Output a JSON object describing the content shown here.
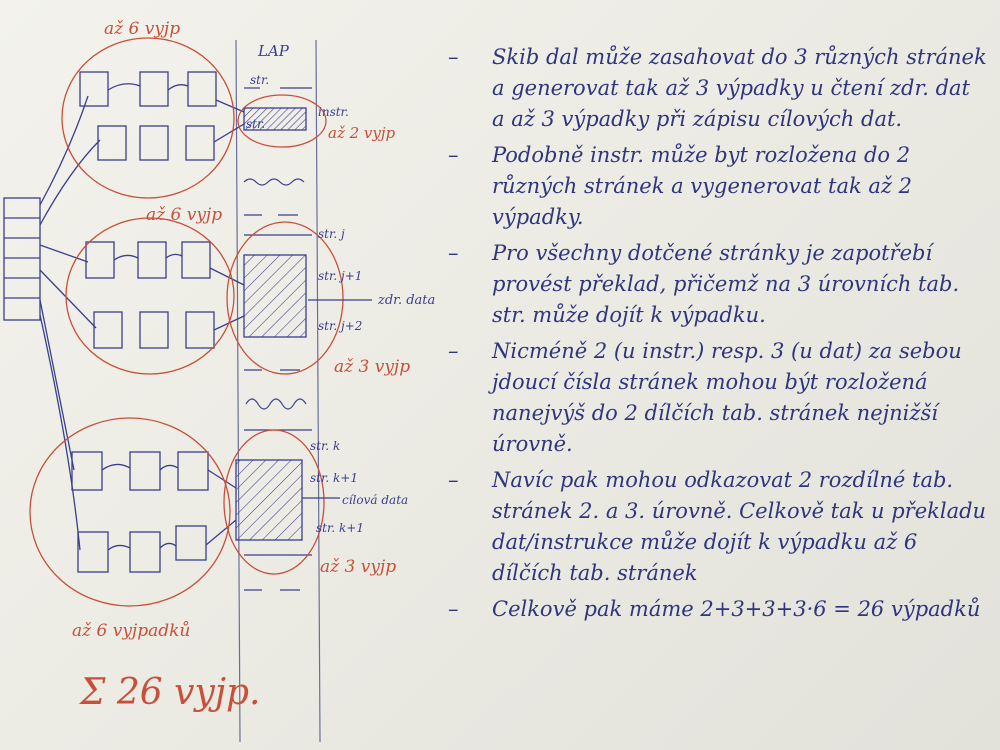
{
  "diagram": {
    "column_title": "LAP",
    "labels_red": {
      "top_group": "až 6 vyjp",
      "top_memory": "až 2 vyjp",
      "middle_group": "až 6 vyjp",
      "middle_memory": "až 3 vyjp",
      "bottom_memory": "až 3 vyjp",
      "bottom_group": "až 6 vyjpadků",
      "total": "Σ 26 vyjp."
    },
    "labels_blue": {
      "str1": "str.",
      "str2": "str.",
      "instr": "instr.",
      "str_j": "str. j",
      "str_j1": "str. j+1",
      "str_j2": "str. j+2",
      "zdr_data": "zdr. data",
      "str_k": "str. k",
      "str_k1": "str. k+1",
      "str_k2": "str. k+1",
      "cilova_data": "cílová data"
    }
  },
  "notes": [
    "Skib dal může zasahovat do 3 různých stránek a generovat tak až 3 výpadky u čtení zdr. dat a až 3 výpadky při zápisu cílových dat.",
    "Podobně instr. může byt rozložena do 2 různých stránek a vygenerovat tak až 2 výpadky.",
    "Pro všechny dotčené stránky je zapotřebí provést překlad, přičemž na 3 úrovních tab. str. může dojít k výpadku.",
    "Nicméně 2 (u instr.) resp. 3 (u dat) za sebou jdoucí čísla stránek mohou být rozložená nanejvýš do 2 dílčích tab. stránek nejnižší úrovně.",
    "Navíc pak mohou odkazovat 2 rozdílné tab. stránek 2. a 3. úrovně. Celkově tak u překladu dat/instrukce může dojít k výpadku až 6 dílčích tab. stránek",
    "Celkově pak máme 2+3+3+3·6 = 26 výpadků"
  ]
}
